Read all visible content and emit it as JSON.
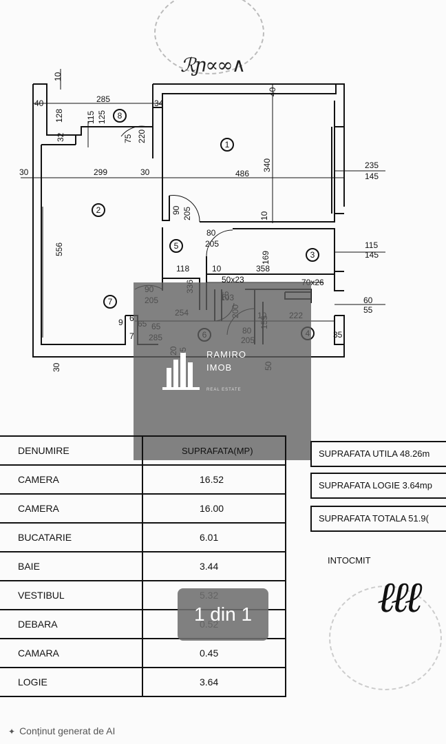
{
  "plan": {
    "dims": [
      "10",
      "40",
      "285",
      "34",
      "40",
      "128",
      "115",
      "125",
      "32",
      "75",
      "220",
      "30",
      "299",
      "30",
      "486",
      "340",
      "235",
      "145",
      "90",
      "205",
      "10",
      "80",
      "205",
      "115",
      "145",
      "556",
      "118",
      "10",
      "169",
      "358",
      "336",
      "50x23",
      "70x26",
      "103",
      "60",
      "55",
      "90",
      "205",
      "9",
      "65",
      "65",
      "285",
      "254",
      "25",
      "200",
      "10",
      "155",
      "222",
      "80",
      "205",
      "35",
      "30",
      "50",
      "20",
      "205",
      "7",
      "6",
      "1"
    ],
    "rooms": [
      "1",
      "2",
      "3",
      "4",
      "5",
      "6",
      "7",
      "8"
    ]
  },
  "table": {
    "header": {
      "name": "DENUMIRE",
      "area": "SUPRAFATA(MP)"
    },
    "rows": [
      {
        "name": "CAMERA",
        "area": "16.52"
      },
      {
        "name": "CAMERA",
        "area": "16.00"
      },
      {
        "name": "BUCATARIE",
        "area": "6.01"
      },
      {
        "name": "BAIE",
        "area": "3.44"
      },
      {
        "name": "VESTIBUL",
        "area": "5.32"
      },
      {
        "name": "DEBARA",
        "area": "0.52"
      },
      {
        "name": "CAMARA",
        "area": "0.45"
      },
      {
        "name": "LOGIE",
        "area": "3.64"
      }
    ]
  },
  "summary": {
    "utila": "SUPRAFATA UTILA  48.26m",
    "logie": "SUPRAFATA LOGIE  3.64mp",
    "totala": "SUPRAFATA TOTALA  51.9("
  },
  "intocmit": "INTOCMIT",
  "watermark": {
    "line1": "RAMIRO",
    "line2": "IMOB",
    "line3": "REAL ESTATE"
  },
  "page_badge": "1 din 1",
  "ai_note": "Conținut generat de AI",
  "colors": {
    "ink": "#111111",
    "watermark": "#5f5f5f",
    "paper": "#fbfbfb"
  }
}
